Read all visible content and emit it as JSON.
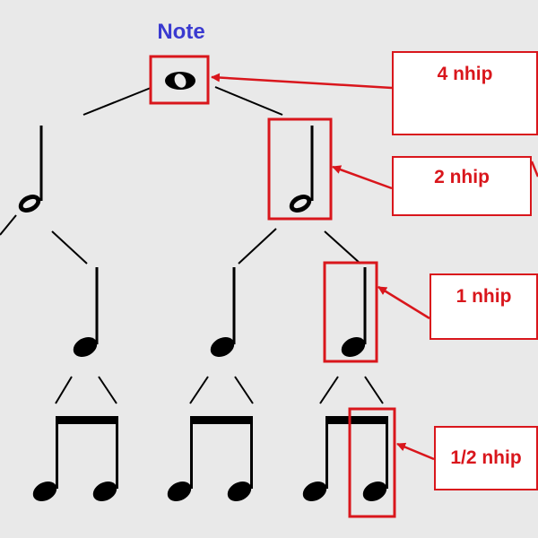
{
  "title": "Note",
  "labels": {
    "whole": "4 nhip",
    "half": "2 nhip",
    "quarter": "1 nhip",
    "eighth": "1/2 nhip"
  },
  "colors": {
    "background": "#e9e9e9",
    "title": "#3a3ad0",
    "annotation": "#d9161c",
    "note": "#000000"
  }
}
